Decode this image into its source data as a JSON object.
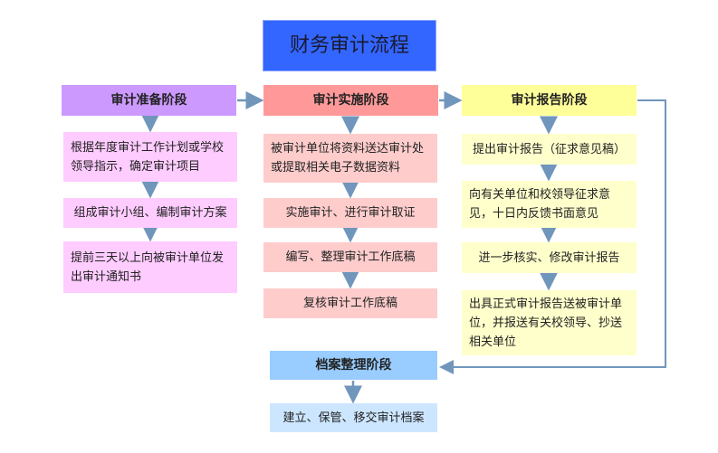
{
  "title": "财务审计流程",
  "colors": {
    "title": "#3366ff",
    "prep_header": "#cc99ff",
    "prep_box": "#ffccff",
    "impl_header": "#ff9999",
    "impl_box": "#ffcccc",
    "report_header": "#ffff99",
    "report_box": "#ffffcc",
    "archive_header": "#99ccff",
    "archive_box": "#cce6ff",
    "arrow": "#7096bb"
  },
  "stages": {
    "prep": {
      "label": "审计准备阶段",
      "steps": [
        "根据年度审计工作计划或学校领导指示，确定审计项目",
        "组成审计小组、编制审计方案",
        "提前三天以上向被审计单位发出审计通知书"
      ]
    },
    "impl": {
      "label": "审计实施阶段",
      "steps": [
        "被审计单位将资料送达审计处或提取相关电子数据资料",
        "实施审计、进行审计取证",
        "编写、整理审计工作底稿",
        "复核审计工作底稿"
      ]
    },
    "report": {
      "label": "审计报告阶段",
      "steps": [
        "提出审计报告（征求意见稿）",
        "向有关单位和校领导征求意见，十日内反馈书面意见",
        "进一步核实、修改审计报告",
        "出具正式审计报告送被审计单位，并报送有关校领导、抄送相关单位"
      ]
    },
    "archive": {
      "label": "档案整理阶段",
      "steps": [
        "建立、保管、移交审计档案"
      ]
    }
  }
}
